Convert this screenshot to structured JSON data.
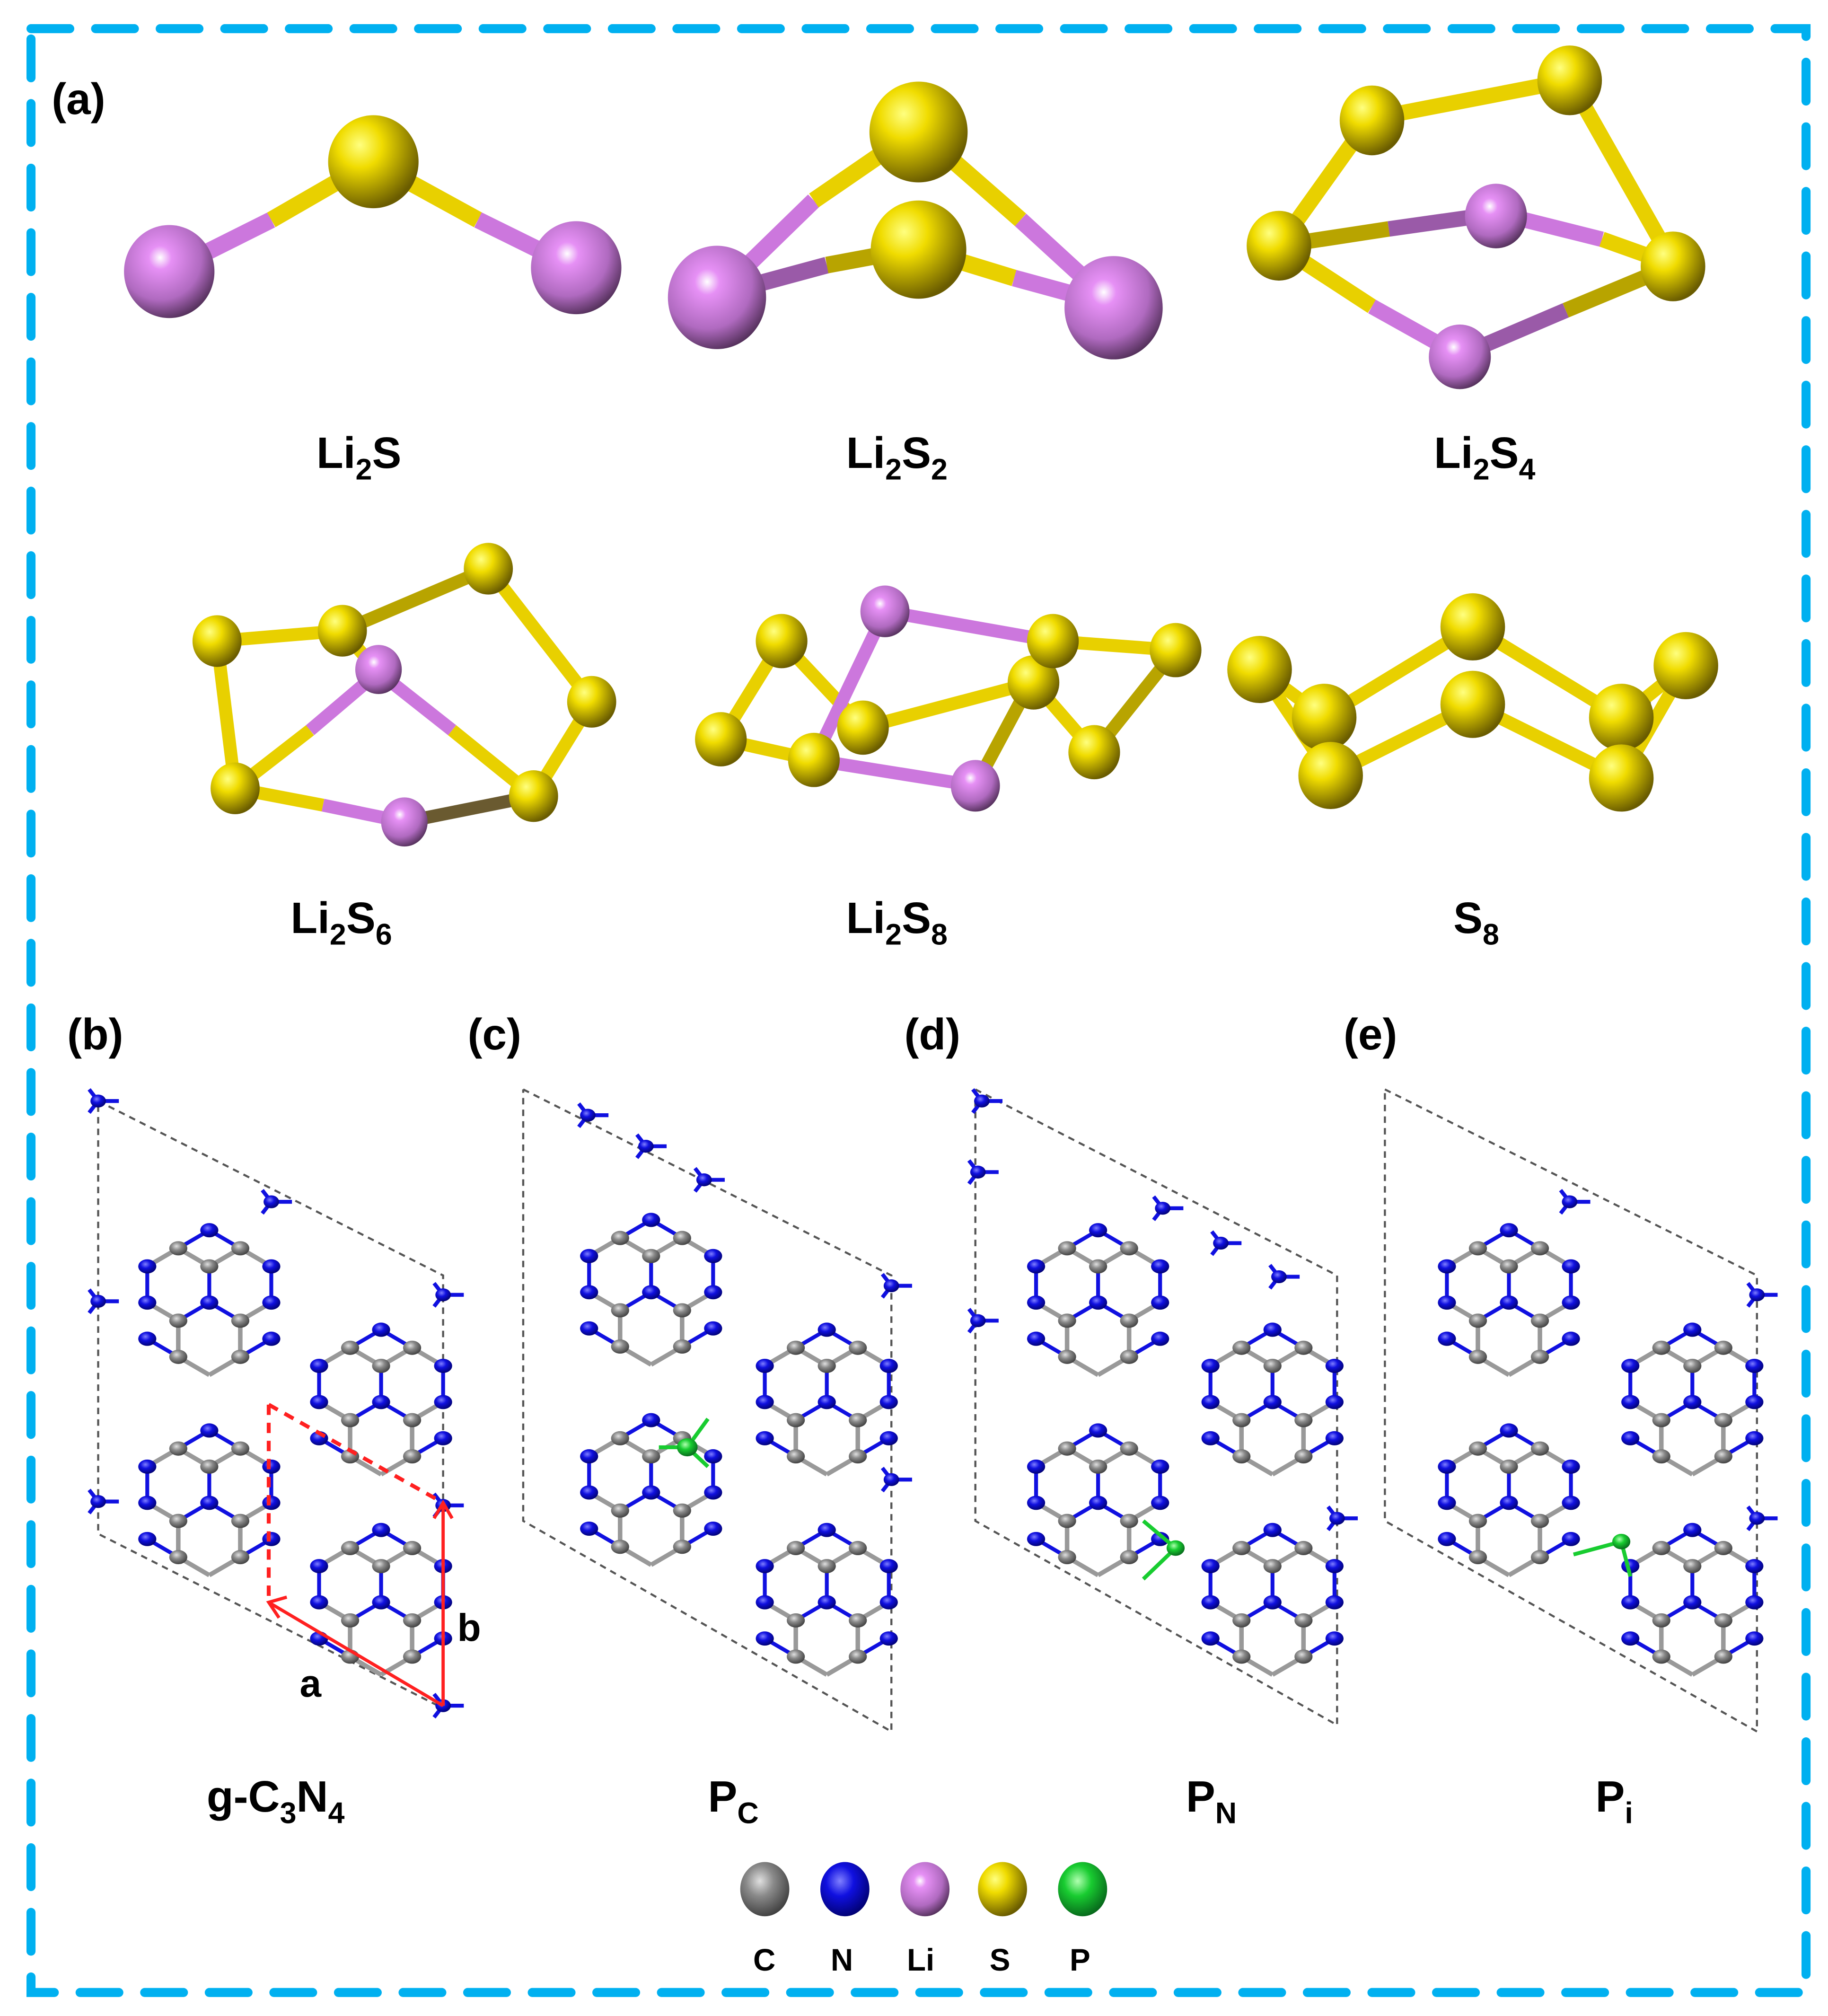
{
  "figure": {
    "border_color": "#00B0F0",
    "colors": {
      "C": "#8a8a8a",
      "N": "#1010e0",
      "Li": "#cc77dd",
      "S": "#e8d000",
      "P": "#18cc30",
      "lattice_vector": "#ff2020",
      "cell_outline": "#555555"
    }
  },
  "panels": {
    "a": {
      "letter": "(a)"
    },
    "b": {
      "letter": "(b)",
      "name_main": "g-C",
      "name_sub1": "3",
      "name_mid": "N",
      "name_sub2": "4",
      "vector_a": "a",
      "vector_b": "b"
    },
    "c": {
      "letter": "(c)",
      "name_main": "P",
      "name_sub": "C"
    },
    "d": {
      "letter": "(d)",
      "name_main": "P",
      "name_sub": "N"
    },
    "e": {
      "letter": "(e)",
      "name_main": "P",
      "name_sub": "i"
    }
  },
  "molecules": [
    {
      "id": "li2s",
      "main": "Li",
      "sub1": "2",
      "mid": "S",
      "sub2": ""
    },
    {
      "id": "li2s2",
      "main": "Li",
      "sub1": "2",
      "mid": "S",
      "sub2": "2"
    },
    {
      "id": "li2s4",
      "main": "Li",
      "sub1": "2",
      "mid": "S",
      "sub2": "4"
    },
    {
      "id": "li2s6",
      "main": "Li",
      "sub1": "2",
      "mid": "S",
      "sub2": "6"
    },
    {
      "id": "li2s8",
      "main": "Li",
      "sub1": "2",
      "mid": "S",
      "sub2": "8"
    },
    {
      "id": "s8",
      "main": "S",
      "sub1": "8",
      "mid": "",
      "sub2": ""
    }
  ],
  "legend": {
    "items": [
      {
        "element": "C",
        "label": "C",
        "color": "#8a8a8a"
      },
      {
        "element": "N",
        "label": "N",
        "color": "#1010e0"
      },
      {
        "element": "Li",
        "label": "Li",
        "color": "#cc77dd"
      },
      {
        "element": "S",
        "label": "S",
        "color": "#e8d000"
      },
      {
        "element": "P",
        "label": "P",
        "color": "#18cc30"
      }
    ]
  }
}
